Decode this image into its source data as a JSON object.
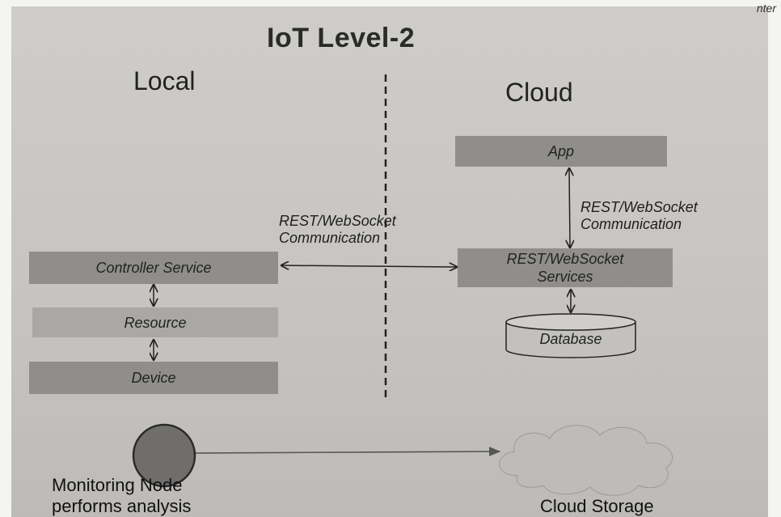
{
  "page": {
    "corner_text": "nter"
  },
  "title": "IoT Level-2",
  "local": {
    "heading": "Local",
    "boxes": {
      "controller": "Controller Service",
      "resource": "Resource",
      "device": "Device"
    }
  },
  "cloud": {
    "heading": "Cloud",
    "boxes": {
      "app": "App",
      "services": [
        "REST/WebSocket",
        "Services"
      ],
      "database": "Database"
    },
    "app_link_label": [
      "REST/WebSocket",
      "Communication"
    ]
  },
  "center_link_label": [
    "REST/WebSocket",
    "Communication"
  ],
  "bottom": {
    "monitoring": [
      "Monitoring Node",
      "performs analysis"
    ],
    "storage": "Cloud Storage"
  },
  "colors": {
    "box_dark": "#8f8e8b",
    "box_light": "#a9a8a5",
    "node": "#6f6e6c",
    "cloud": "#bdbcba"
  }
}
